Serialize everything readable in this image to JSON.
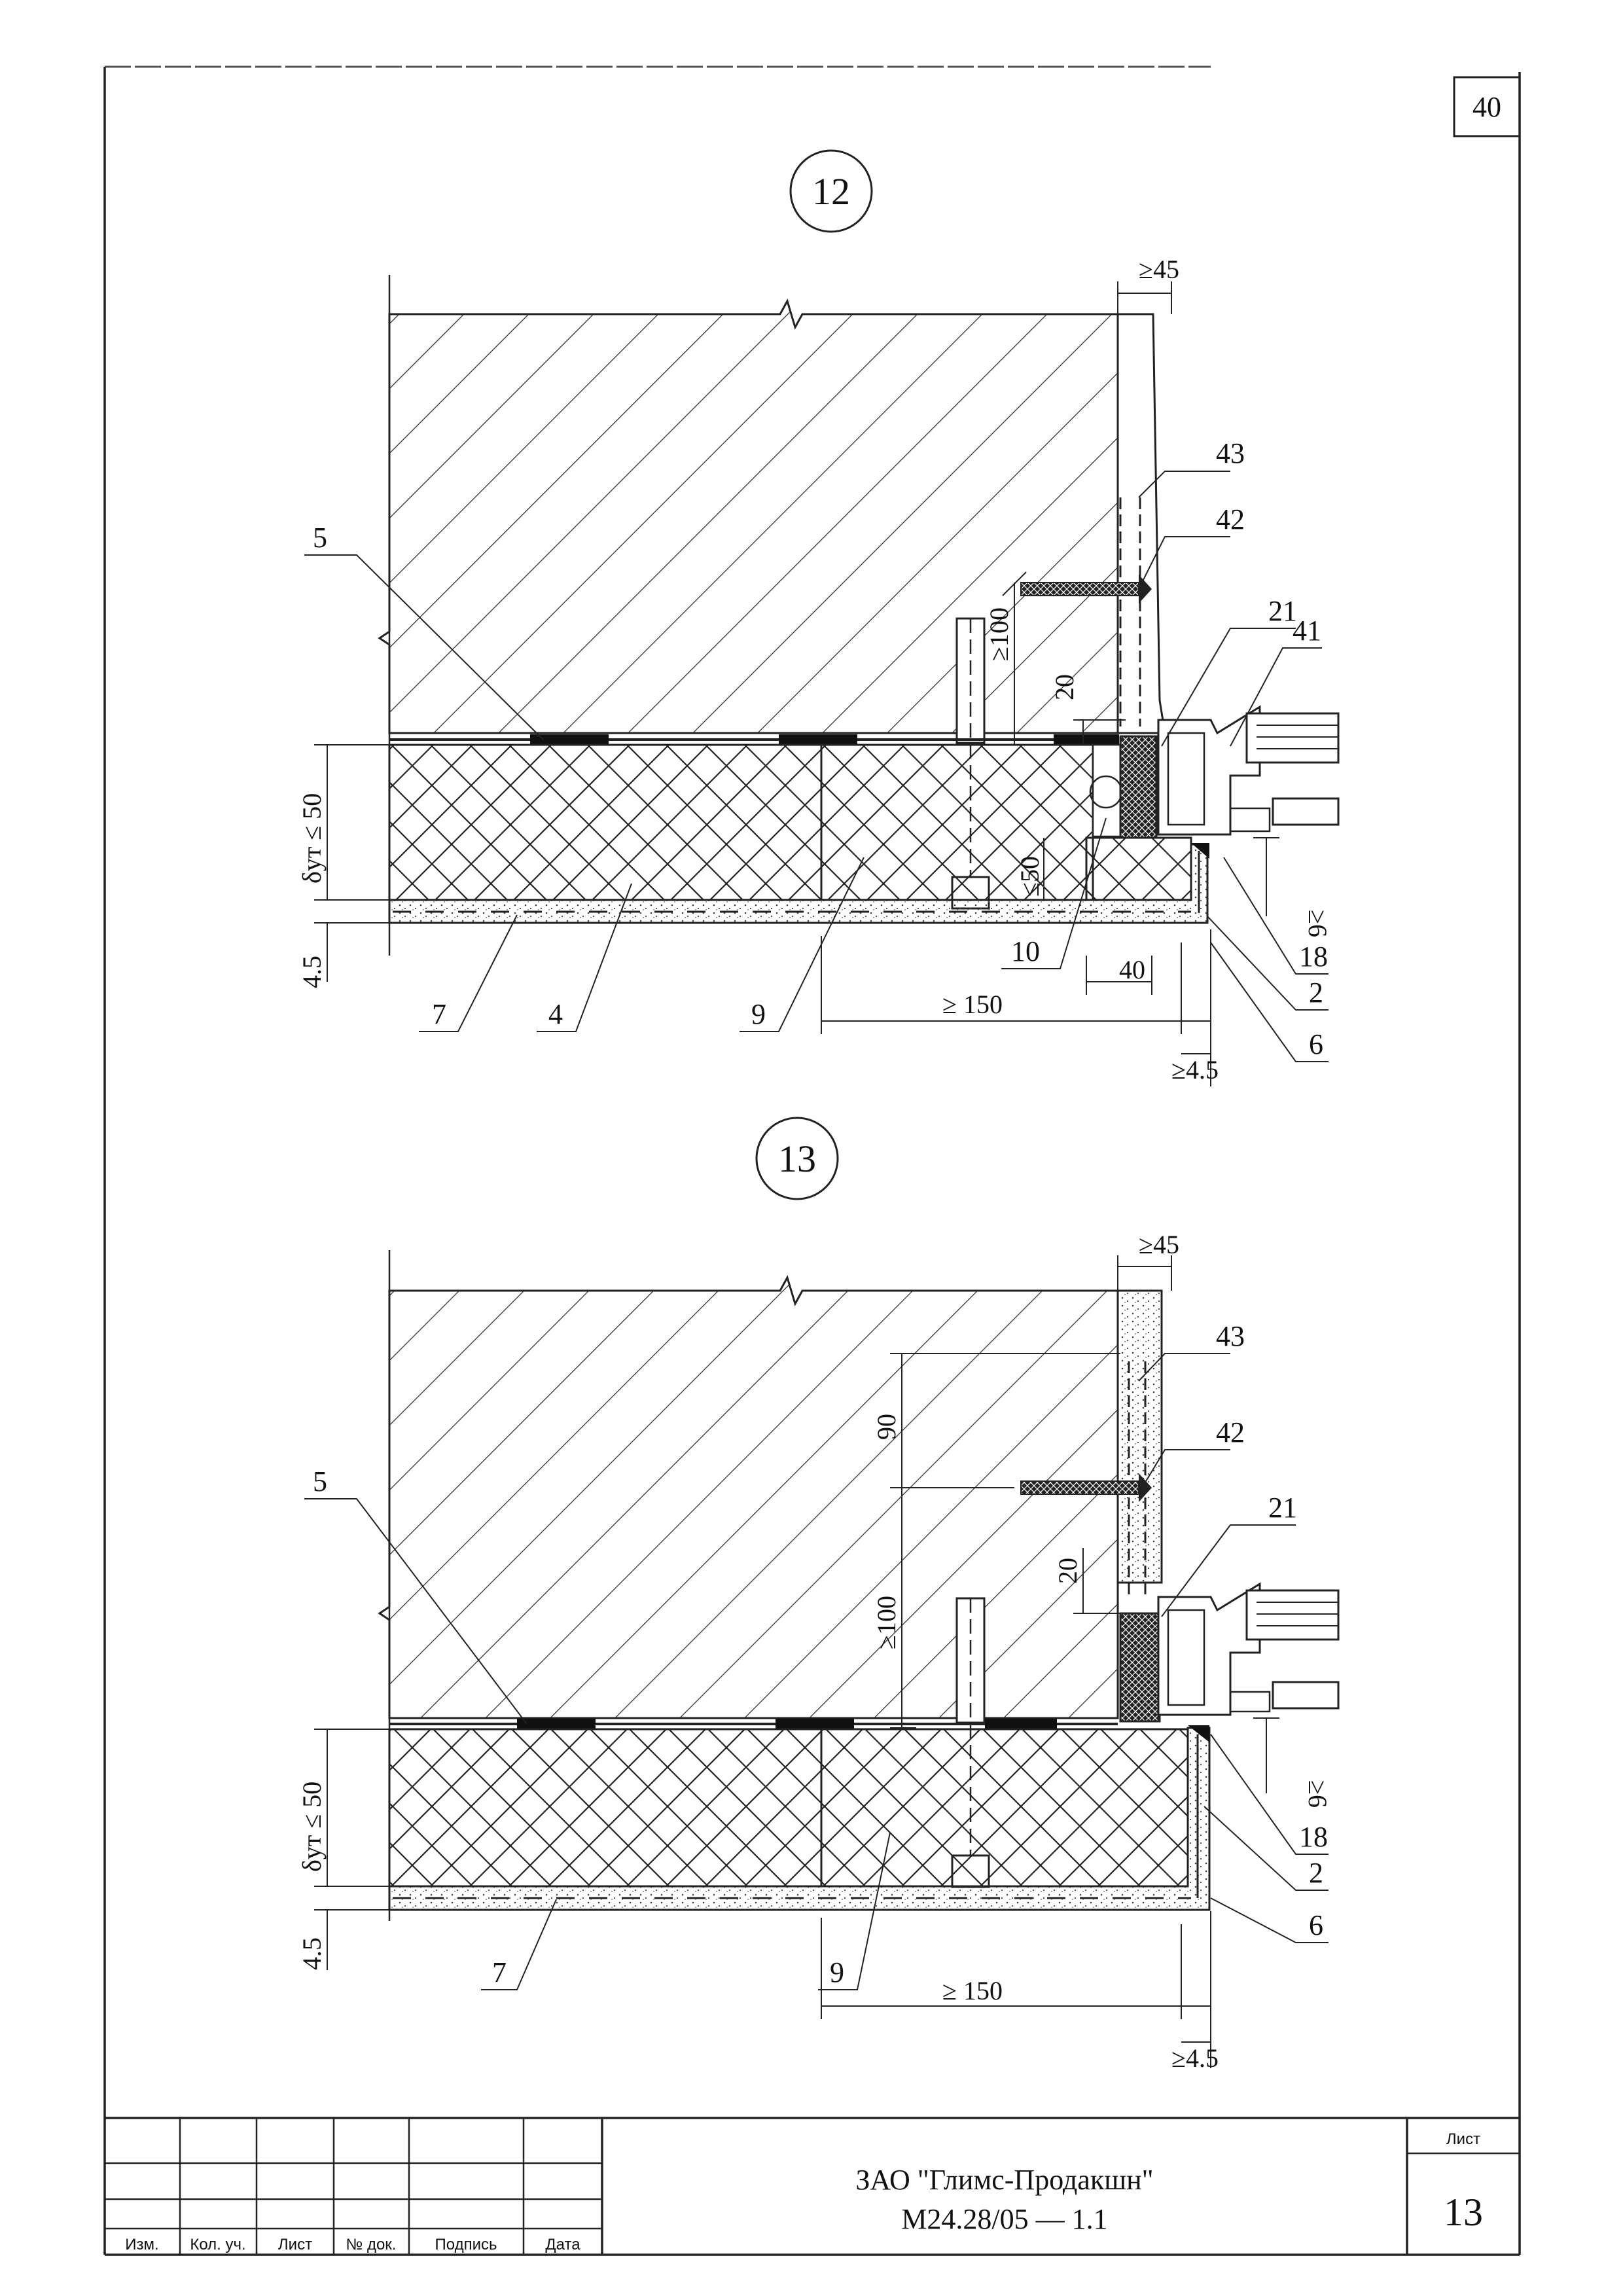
{
  "page_corner_number": "40",
  "details": [
    {
      "id": "12",
      "callouts": [
        "43",
        "42",
        "21",
        "41",
        "5",
        "18",
        "2",
        "6",
        "10",
        "7",
        "4",
        "9"
      ],
      "dims": {
        "top_width": "≥45",
        "anchor_len": "≥100",
        "gap": "20",
        "insul": "≤50",
        "sill": "≥6",
        "step": "40",
        "lap": "≥   150",
        "plaster": "≥4.5",
        "left_layer": "4.5",
        "thickness": "δут ≤ 50"
      }
    },
    {
      "id": "13",
      "callouts": [
        "43",
        "42",
        "21",
        "5",
        "18",
        "2",
        "6",
        "7",
        "9"
      ],
      "dims": {
        "top_width": "≥45",
        "anchor_pitch": "90",
        "anchor_len": "≥100",
        "gap": "20",
        "sill": "≥6",
        "lap": "≥   150",
        "plaster": "≥4.5",
        "left_layer": "4.5",
        "thickness": "δут ≤ 50"
      }
    }
  ],
  "title_block": {
    "headers": [
      "Изм.",
      "Кол. уч.",
      "Лист",
      "№ док.",
      "Подпись",
      "Дата"
    ],
    "organization": "ЗАО \"Глимс-Продакшн\"",
    "document_code": "М24.28/05  —  1.1",
    "sheet_label": "Лист",
    "sheet_number": "13"
  }
}
